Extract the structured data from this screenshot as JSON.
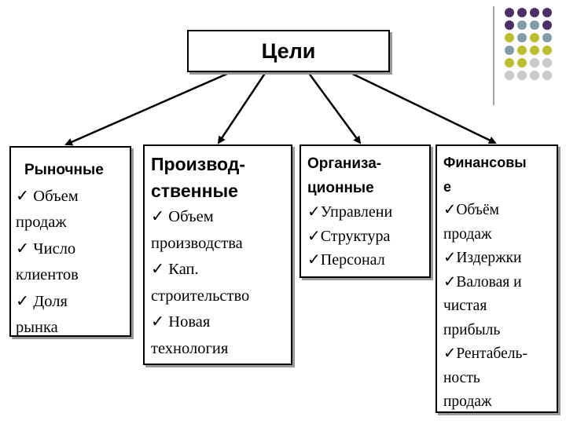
{
  "title": "Цели",
  "categories": [
    {
      "heading": [
        "Рыночные"
      ],
      "items": [
        "✓ Объем",
        "продаж",
        "✓ Число",
        "клиентов",
        "✓ Доля",
        "рынка"
      ]
    },
    {
      "heading": [
        "Производ-",
        "ственные"
      ],
      "items": [
        "✓ Объем",
        "производства",
        "✓ Кап.",
        "строительство",
        "✓ Новая",
        "технология"
      ]
    },
    {
      "heading": [
        "Организа-",
        "ционные"
      ],
      "items": [
        "✓Управлени",
        "✓Структура",
        "✓Персонал"
      ]
    },
    {
      "heading": [
        "Финансовы",
        "е"
      ],
      "items": [
        "✓Объём",
        "продаж",
        "✓Издержки",
        "✓Валовая и",
        "чистая",
        "прибыль",
        "✓Рентабель-",
        "ность",
        "продаж"
      ]
    }
  ],
  "decoration": {
    "dot_colors": [
      "#4e2f63",
      "#7f9ea8",
      "#b9bf2c",
      "#c9c9c9"
    ],
    "grid": [
      [
        0,
        0,
        0,
        0
      ],
      [
        0,
        1,
        1,
        0
      ],
      [
        2,
        1,
        2,
        1
      ],
      [
        1,
        2,
        2,
        2
      ],
      [
        2,
        2,
        3,
        3
      ],
      [
        3,
        3,
        3,
        3
      ]
    ]
  }
}
